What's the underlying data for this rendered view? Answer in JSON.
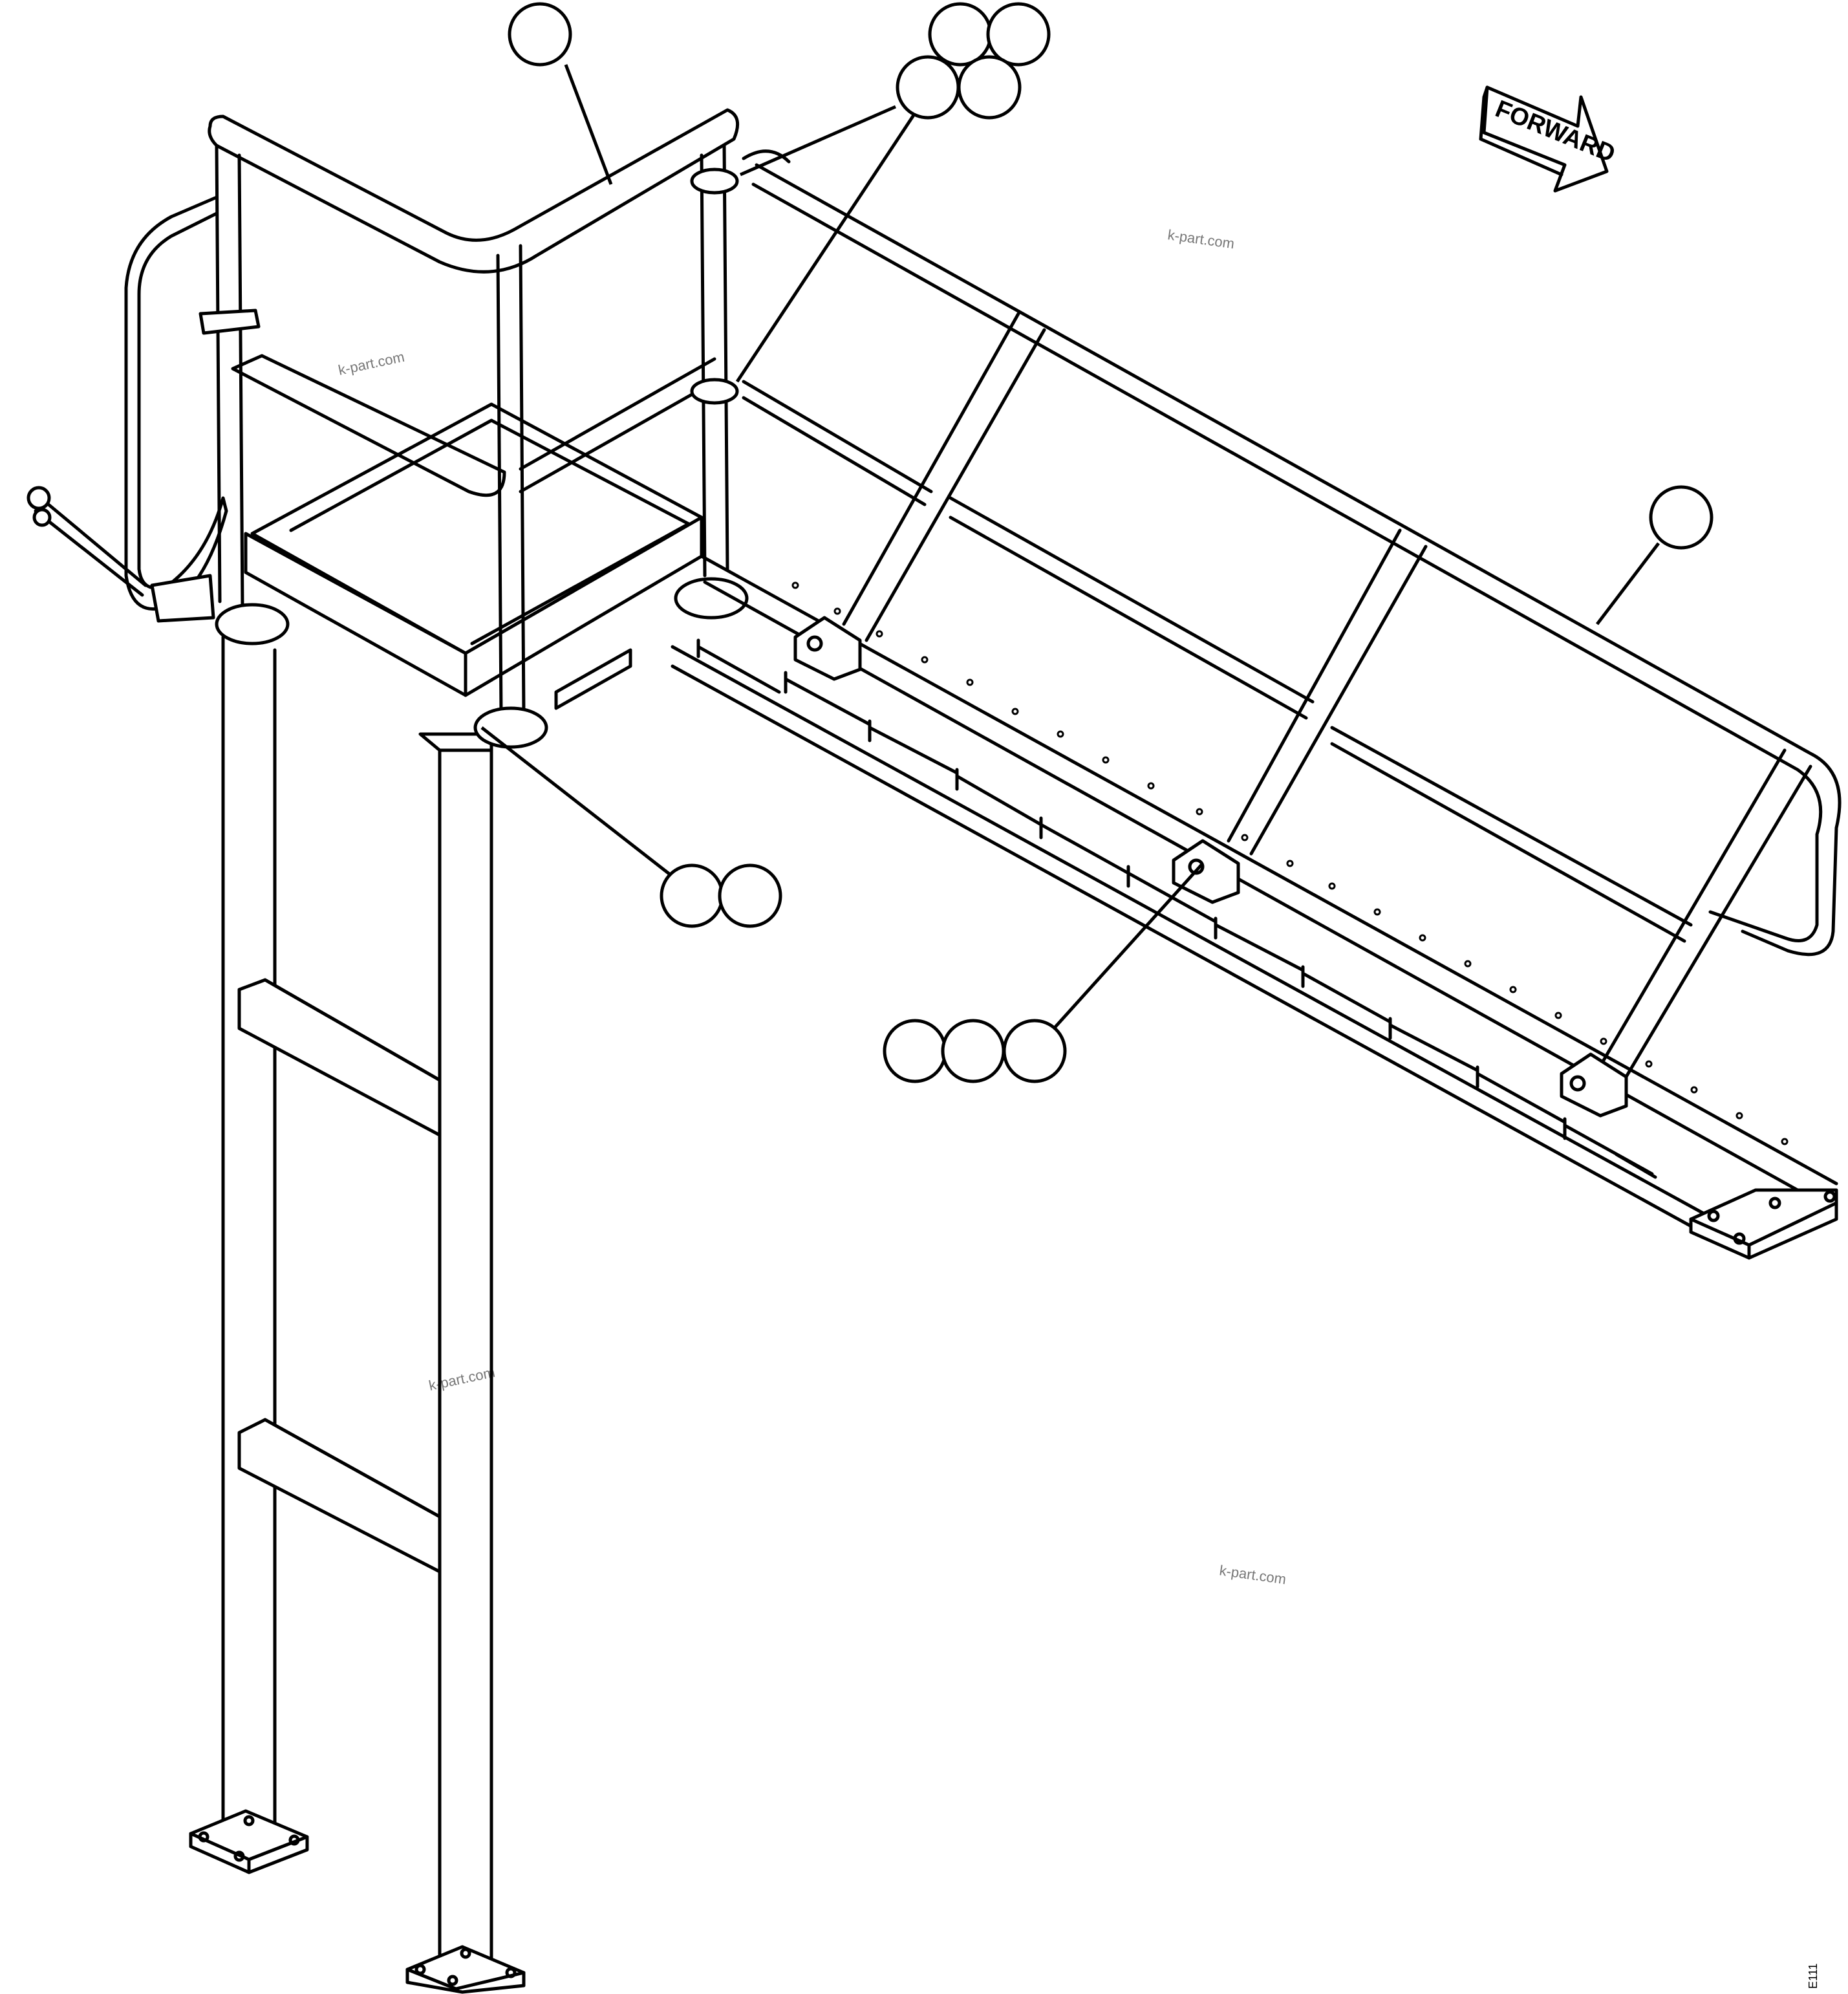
{
  "direction_arrow": {
    "label": "FORWARD"
  },
  "watermarks": [
    "k-part.com",
    "k-part.com",
    "k-part.com",
    "k-part.com"
  ],
  "drawing_code": "E111",
  "callouts": [
    {
      "id": "callout-top-handrail",
      "label": ""
    },
    {
      "id": "callout-clamp-a1",
      "label": ""
    },
    {
      "id": "callout-clamp-a2",
      "label": ""
    },
    {
      "id": "callout-clamp-b1",
      "label": ""
    },
    {
      "id": "callout-clamp-b2",
      "label": ""
    },
    {
      "id": "callout-stair-handrail",
      "label": ""
    },
    {
      "id": "callout-platform-bolt-1",
      "label": ""
    },
    {
      "id": "callout-platform-bolt-2",
      "label": ""
    },
    {
      "id": "callout-stair-bolt-1",
      "label": ""
    },
    {
      "id": "callout-stair-bolt-2",
      "label": ""
    },
    {
      "id": "callout-stair-bolt-3",
      "label": ""
    }
  ]
}
